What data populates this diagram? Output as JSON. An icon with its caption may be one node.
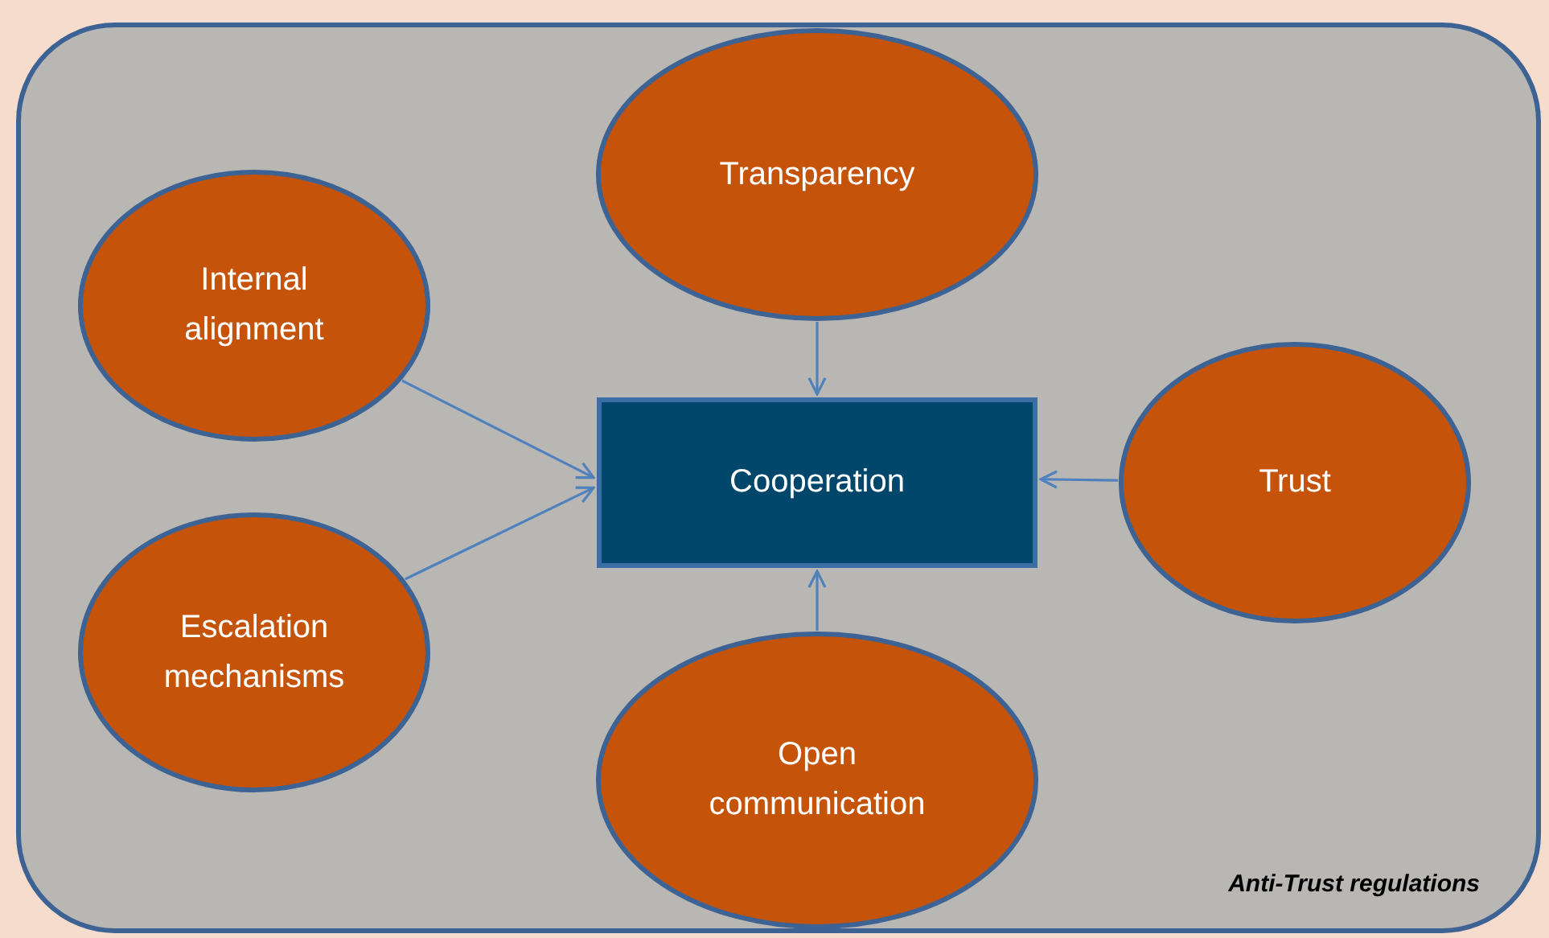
{
  "diagram": {
    "nodes": [
      {
        "text": [
          "Anti-Trust regulations"
        ]
      },
      {
        "text": [
          "Transparency"
        ],
        "in": 0
      },
      {
        "text": [
          "Internal alignment"
        ],
        "in": 0
      },
      {
        "text": [
          "Cooperation"
        ],
        "in": 0
      },
      {
        "text": [
          "Trust"
        ],
        "in": 0
      },
      {
        "text": [
          "Escalation mechanisms"
        ],
        "in": 0
      },
      {
        "text": [
          "Open communication"
        ],
        "in": 0
      }
    ],
    "edges": [
      {
        "from": 1,
        "to": 3,
        "arrow": "to"
      },
      {
        "from": 2,
        "to": 3,
        "arrow": "to"
      },
      {
        "from": 5,
        "to": 3,
        "arrow": "to"
      },
      {
        "from": 4,
        "to": 3,
        "arrow": "to"
      },
      {
        "from": 6,
        "to": 3,
        "arrow": "to"
      }
    ]
  }
}
